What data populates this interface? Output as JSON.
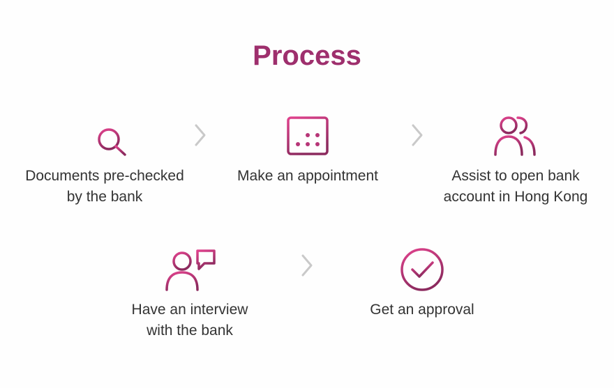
{
  "title": "Process",
  "colors": {
    "gradient_start": "#e0428d",
    "gradient_end": "#8c2a5e",
    "chevron": "#c9c9c9",
    "text": "#333333",
    "title": "#9e2f6d"
  },
  "steps": [
    {
      "label": "Documents pre-checked\nby the bank",
      "icon": "document-search-icon"
    },
    {
      "label": "Make an appointment",
      "icon": "calendar-icon"
    },
    {
      "label": "Assist to open bank\naccount in Hong Kong",
      "icon": "users-icon"
    },
    {
      "label": "Have an interview\nwith the bank",
      "icon": "interview-icon"
    },
    {
      "label": "Get an approval",
      "icon": "check-circle-icon"
    }
  ],
  "separator_icon": "chevron-right-icon"
}
